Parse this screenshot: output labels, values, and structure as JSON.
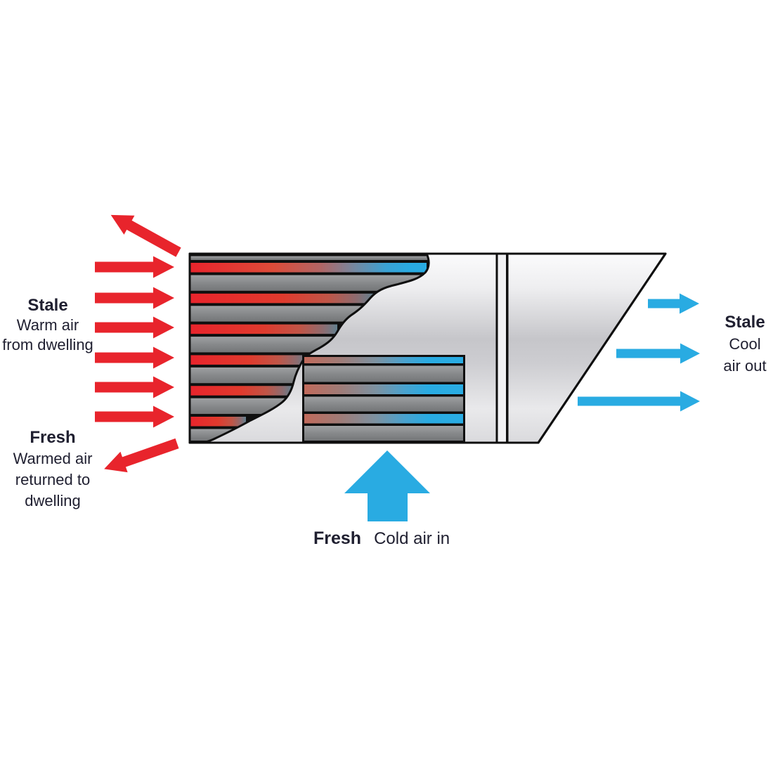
{
  "diagram": {
    "type": "heat-recovery-ventilation-cutaway",
    "labels": {
      "stale_warm_in": {
        "title": "Stale",
        "lines": [
          "Warm air",
          "from dwelling"
        ]
      },
      "fresh_warmed_out": {
        "title": "Fresh",
        "lines": [
          "Warmed air",
          "returned to",
          "dwelling"
        ]
      },
      "stale_cool_out": {
        "title": "Stale",
        "lines": [
          "Cool",
          "air out"
        ]
      },
      "fresh_cold_in": {
        "title": "Fresh",
        "lines": [
          "Cold air in"
        ]
      }
    },
    "colors": {
      "warm_red": "#E8242C",
      "cool_blue": "#29ABE2",
      "label_text": "#1F1F30",
      "outline": "#0F0F0F",
      "metal_light": "#FBFBFC",
      "metal_mid": "#C6C6CA",
      "stripe_gray": "#8C8C8E"
    },
    "icons": [
      "warm-in-arrow",
      "warm-return-arrow",
      "cool-out-arrow",
      "fresh-supply-arrow"
    ]
  }
}
